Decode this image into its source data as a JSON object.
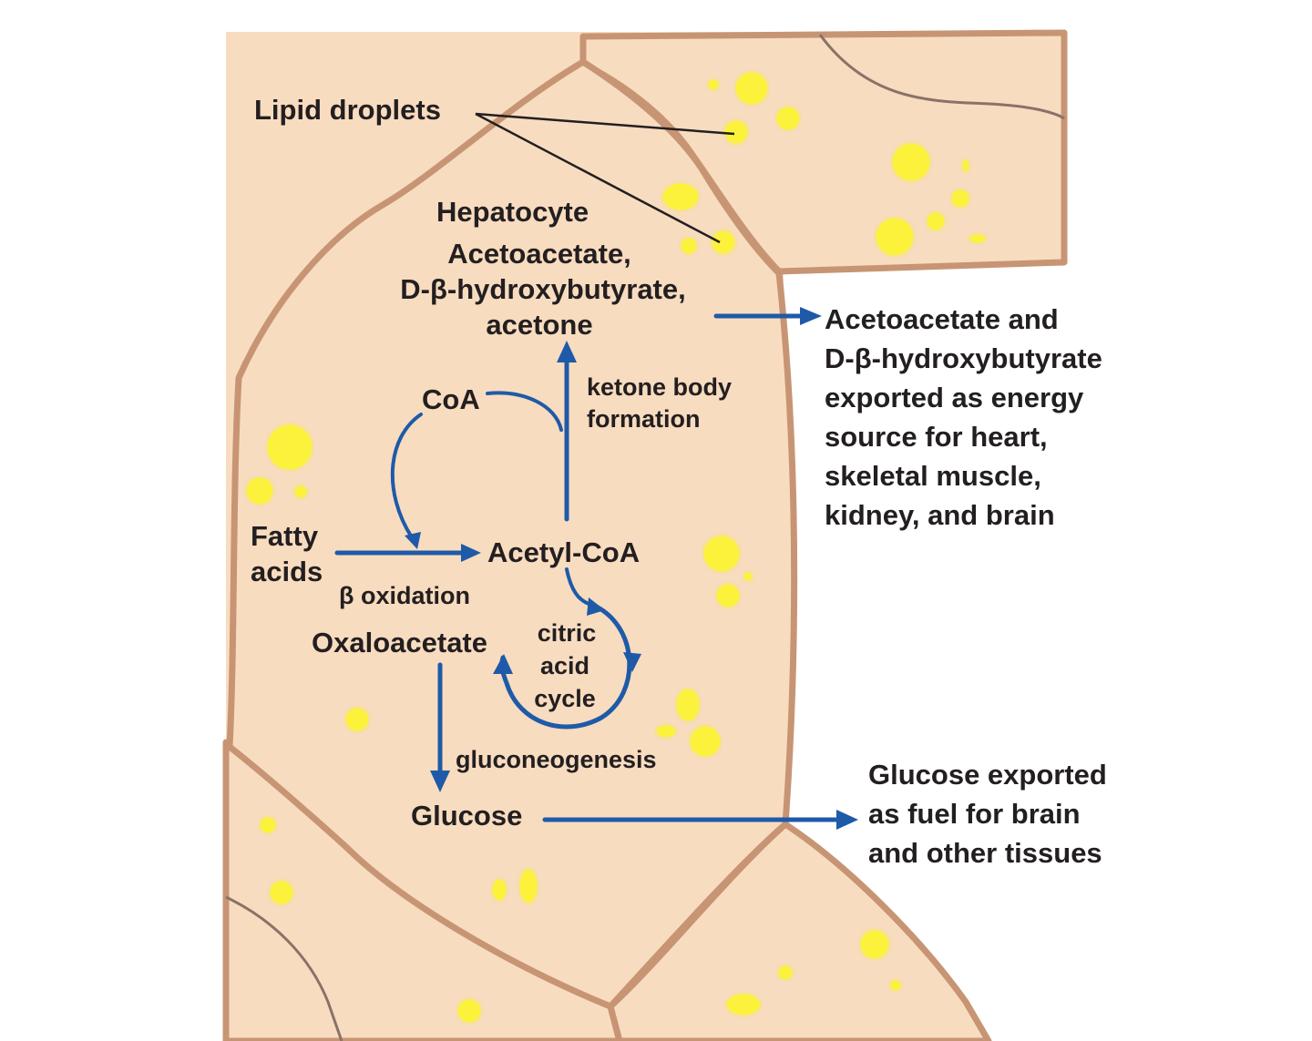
{
  "labels": {
    "lipid_droplets": "Lipid droplets",
    "hepatocyte": "Hepatocyte",
    "ketone_products": [
      "Acetoacetate,",
      "D-β-hydroxybutyrate,",
      "acetone"
    ],
    "ketone_body_formation": [
      "ketone body",
      "formation"
    ],
    "coa": "CoA",
    "fatty_acids": [
      "Fatty",
      "acids"
    ],
    "acetyl_coa": "Acetyl-CoA",
    "beta_oxidation": "β oxidation",
    "oxaloacetate": "Oxaloacetate",
    "citric_acid_cycle": [
      "citric",
      "acid",
      "cycle"
    ],
    "gluconeogenesis": "gluconeogenesis",
    "glucose": "Glucose"
  },
  "exports": {
    "ketone_export": [
      "Acetoacetate and",
      "D-β-hydroxybutyrate",
      "exported as energy",
      "source for heart,",
      "skeletal muscle,",
      "kidney, and brain"
    ],
    "glucose_export": [
      "Glucose exported",
      "as fuel for brain",
      "and other tissues"
    ]
  },
  "colors": {
    "cell_fill": "#f8dcc0",
    "cell_border": "#c79574",
    "lipid_droplet": "#fdf23b",
    "pathway_arrow": "#1f5aa8",
    "text": "#231f20"
  }
}
